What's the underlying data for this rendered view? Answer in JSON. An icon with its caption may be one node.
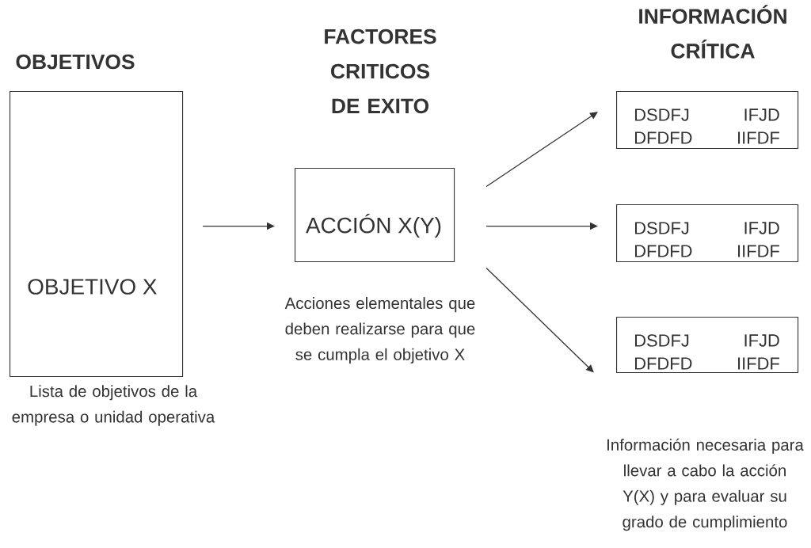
{
  "diagram": {
    "nodes": [
      {
        "text": [
          "OBJETIVOS",
          "OBJETIVO X"
        ],
        "beside": [
          "Lista de objetivos de la empresa o unidad operativa"
        ]
      },
      {
        "text": [
          "FACTORES CRITICOS DE EXITO",
          "ACCIÓN X(Y)"
        ],
        "beside": [
          "Acciones elementales que deben realizarse para que se cumpla el objetivo X"
        ]
      },
      {
        "text": [
          "INFORMACIÓN CRÍTICA",
          "DSDFJ",
          "IFJD",
          "DFDFD",
          "IIFDF"
        ]
      },
      {
        "text": [
          "DSDFJ",
          "IFJD",
          "DFDFD",
          "IIFDF"
        ]
      },
      {
        "text": [
          "DSDFJ",
          "IFJD",
          "DFDFD",
          "IIFDF"
        ]
      }
    ],
    "labels": [
      "Información necesaria para llevar a cabo la acción Y(X) y para evaluar su grado de cumplimiento"
    ],
    "edges": [
      {
        "from": 0,
        "to": 1,
        "arrow": "to"
      },
      {
        "from": 1,
        "to": 2,
        "arrow": "to"
      },
      {
        "from": 1,
        "to": 3,
        "arrow": "to"
      },
      {
        "from": 1,
        "to": 4,
        "arrow": "to"
      }
    ]
  }
}
